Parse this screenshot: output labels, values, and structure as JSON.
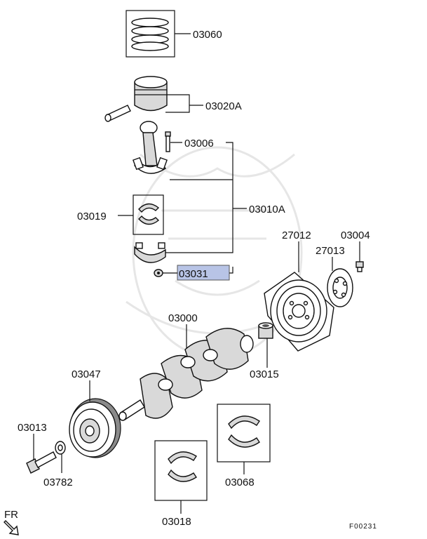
{
  "diagram_code": "F00231",
  "direction_label": "FR",
  "highlight_color": "#b8c4e6",
  "parts": {
    "p03060": "03060",
    "p03020A": "03020A",
    "p03006": "03006",
    "p03010A": "03010A",
    "p03019": "03019",
    "p03031": "03031",
    "p27012": "27012",
    "p03004": "03004",
    "p27013": "27013",
    "p03000": "03000",
    "p03015": "03015",
    "p03047": "03047",
    "p03013": "03013",
    "p03782": "03782",
    "p03018": "03018",
    "p03068": "03068"
  },
  "selected_part": "03031"
}
